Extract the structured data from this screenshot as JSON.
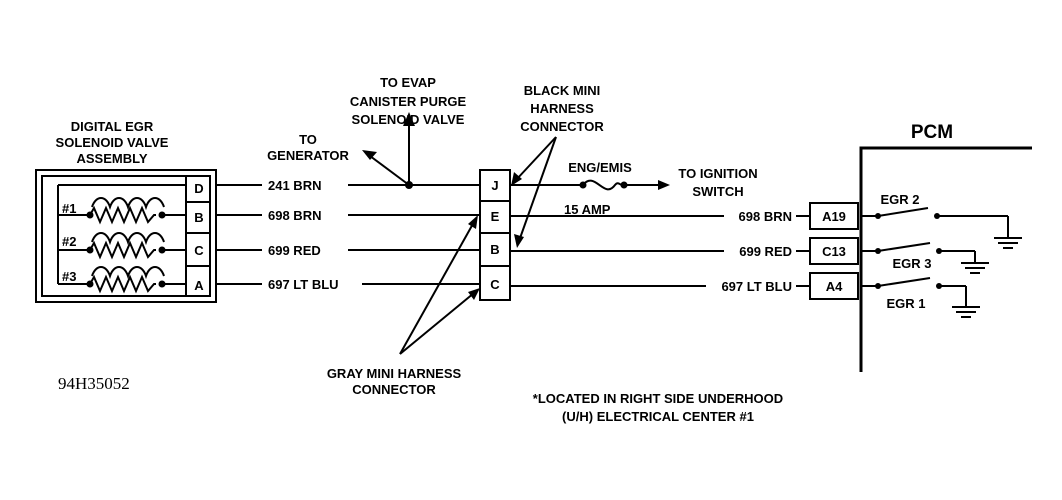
{
  "egr_assembly": {
    "title_lines": [
      "DIGITAL EGR",
      "SOLENOID VALVE",
      "ASSEMBLY"
    ],
    "coils": [
      "#1",
      "#2",
      "#3"
    ],
    "pins": [
      "D",
      "B",
      "C",
      "A"
    ]
  },
  "wires": {
    "w241": "241 BRN",
    "w698": "698 BRN",
    "w699": "699 RED",
    "w697": "697 LT BLU",
    "w698_right": "698 BRN",
    "w699_right": "699 RED",
    "w697_right": "697 LT BLU"
  },
  "generator_label": [
    "TO",
    "GENERATOR"
  ],
  "evap_label": [
    "TO EVAP",
    "CANISTER PURGE",
    "SOLENOID VALVE"
  ],
  "black_connector_label": [
    "BLACK MINI",
    "HARNESS",
    "CONNECTOR"
  ],
  "gray_connector_label": [
    "GRAY MINI HARNESS",
    "CONNECTOR"
  ],
  "mini_pins": [
    "J",
    "E",
    "B",
    "C"
  ],
  "fuse": {
    "name": "ENG/EMIS",
    "rating": "15 AMP"
  },
  "ignition_label": [
    "TO IGNITION",
    "SWITCH"
  ],
  "pcm": {
    "title": "PCM",
    "pins": [
      "A19",
      "C13",
      "A4"
    ],
    "switches": [
      "EGR 2",
      "EGR 3",
      "EGR 1"
    ]
  },
  "footnote": [
    "*LOCATED IN RIGHT SIDE UNDERHOOD",
    "(U/H) ELECTRICAL CENTER  #1"
  ],
  "figure_id": "94H35052"
}
